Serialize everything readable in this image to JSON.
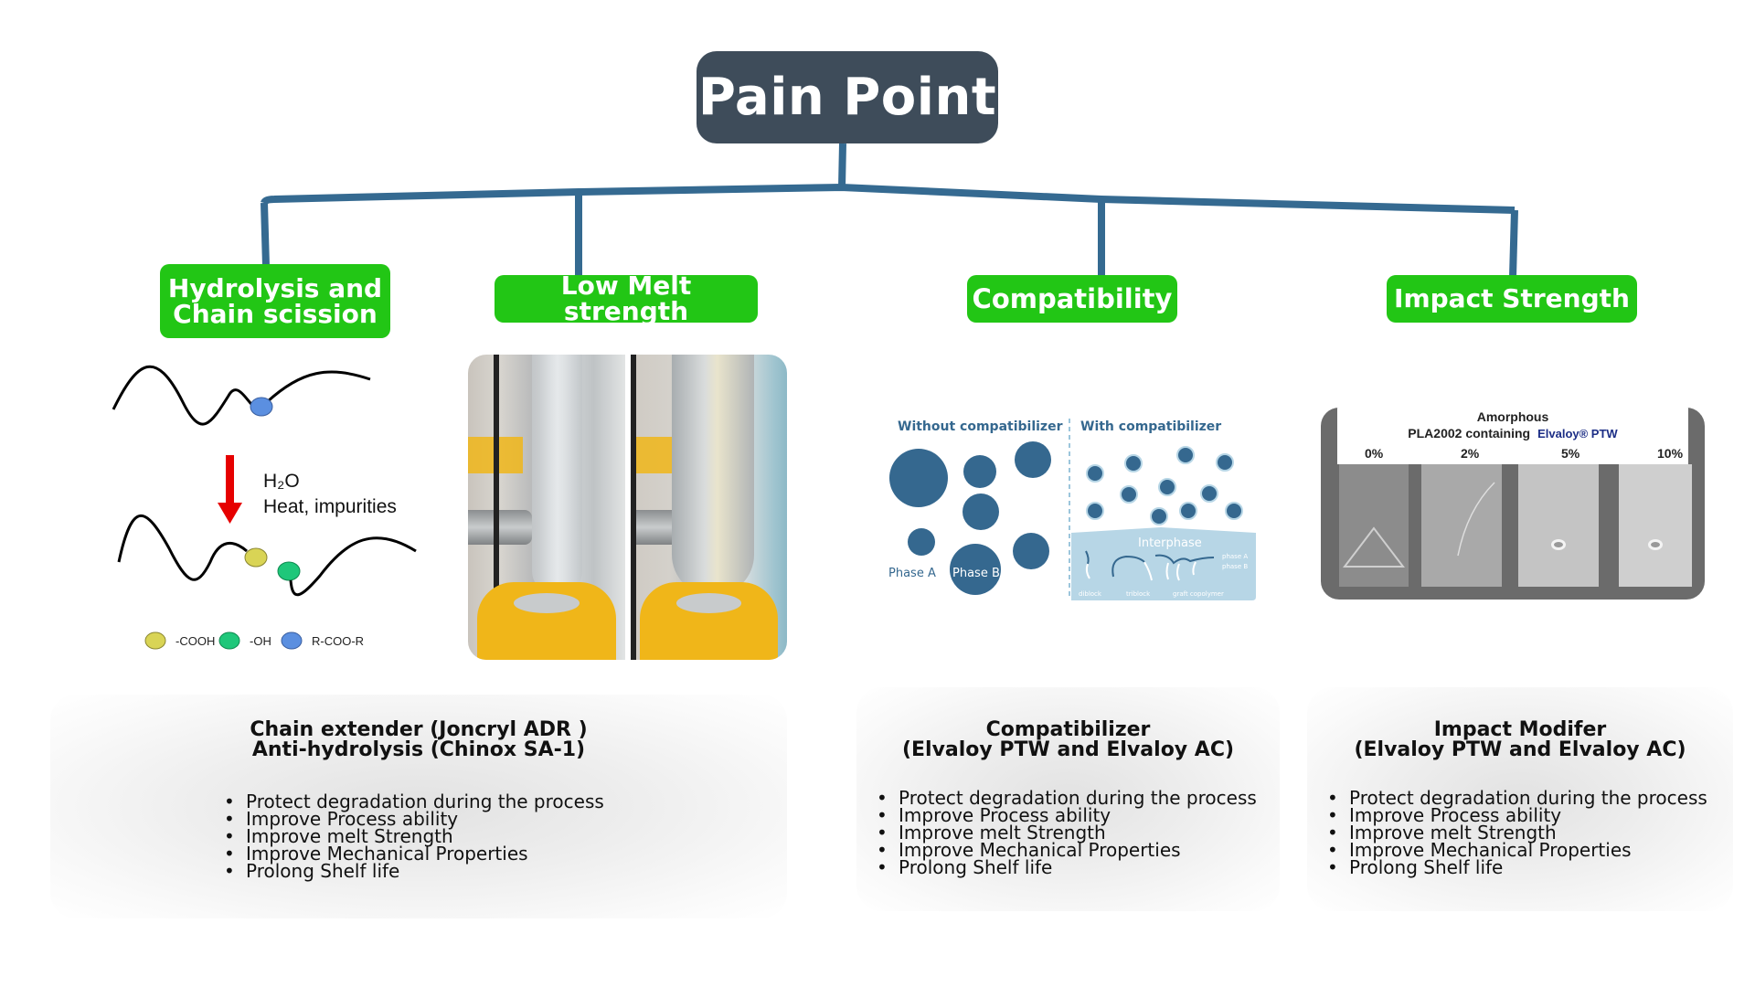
{
  "root": {
    "title": "Pain Point"
  },
  "colors": {
    "root_bg": "#3e4c5a",
    "connector": "#356a91",
    "tag_green": "#22c615",
    "compat_blue": "#35688f",
    "arrow_red": "#e60000",
    "cooh_yellow": "#d9d455",
    "oh_green": "#1fc77a",
    "ester_blue": "#5b8fe0"
  },
  "branches": [
    {
      "label_line1": "Hydrolysis and",
      "label_line2": "Chain scission"
    },
    {
      "label_line1": "Low Melt strength"
    },
    {
      "label_line1": "Compatibility"
    },
    {
      "label_line1": "Impact Strength"
    }
  ],
  "hydrolysis_diagram": {
    "condition_line1": "H₂O",
    "condition_line2": "Heat, impurities",
    "legend": [
      {
        "label": "-COOH"
      },
      {
        "label": "-OH"
      },
      {
        "label": "R-COO-R"
      }
    ]
  },
  "melt_strength_photo": {
    "panels": [
      "low-melt-strength-bubble",
      "improved-melt-strength-bubble"
    ]
  },
  "compat_diagram": {
    "left_title": "Without compatibilizer",
    "right_title": "With compatibilizer",
    "phase_a": "Phase A",
    "phase_b": "Phase B",
    "interphase": "Interphase",
    "legend_a": "phase A",
    "legend_b": "phase B",
    "copolymers": [
      "diblock",
      "triblock",
      "graft copolymer"
    ]
  },
  "impact_photo": {
    "title_line1": "Amorphous",
    "title_line2": "PLA2002 containing",
    "brand": "Elvaloy® PTW",
    "percentages": [
      "0%",
      "2%",
      "5%",
      "10%"
    ]
  },
  "solutions": [
    {
      "title_line1": "Chain extender (Joncryl ADR )",
      "title_line2": "Anti-hydrolysis (Chinox SA-1)",
      "bullets": [
        "Protect degradation during the process",
        "Improve Process ability",
        "Improve melt Strength",
        "Improve Mechanical Properties",
        "Prolong Shelf life"
      ]
    },
    {
      "title_line1": "Compatibilizer",
      "title_line2": "(Elvaloy PTW and Elvaloy AC)",
      "bullets": [
        "Protect degradation during the process",
        "Improve Process ability",
        "Improve melt Strength",
        "Improve Mechanical Properties",
        "Prolong Shelf life"
      ]
    },
    {
      "title_line1": "Impact Modifer",
      "title_line2": "(Elvaloy PTW and Elvaloy AC)",
      "bullets": [
        "Protect degradation during the process",
        "Improve Process ability",
        "Improve melt Strength",
        "Improve Mechanical Properties",
        "Prolong Shelf life"
      ]
    }
  ]
}
